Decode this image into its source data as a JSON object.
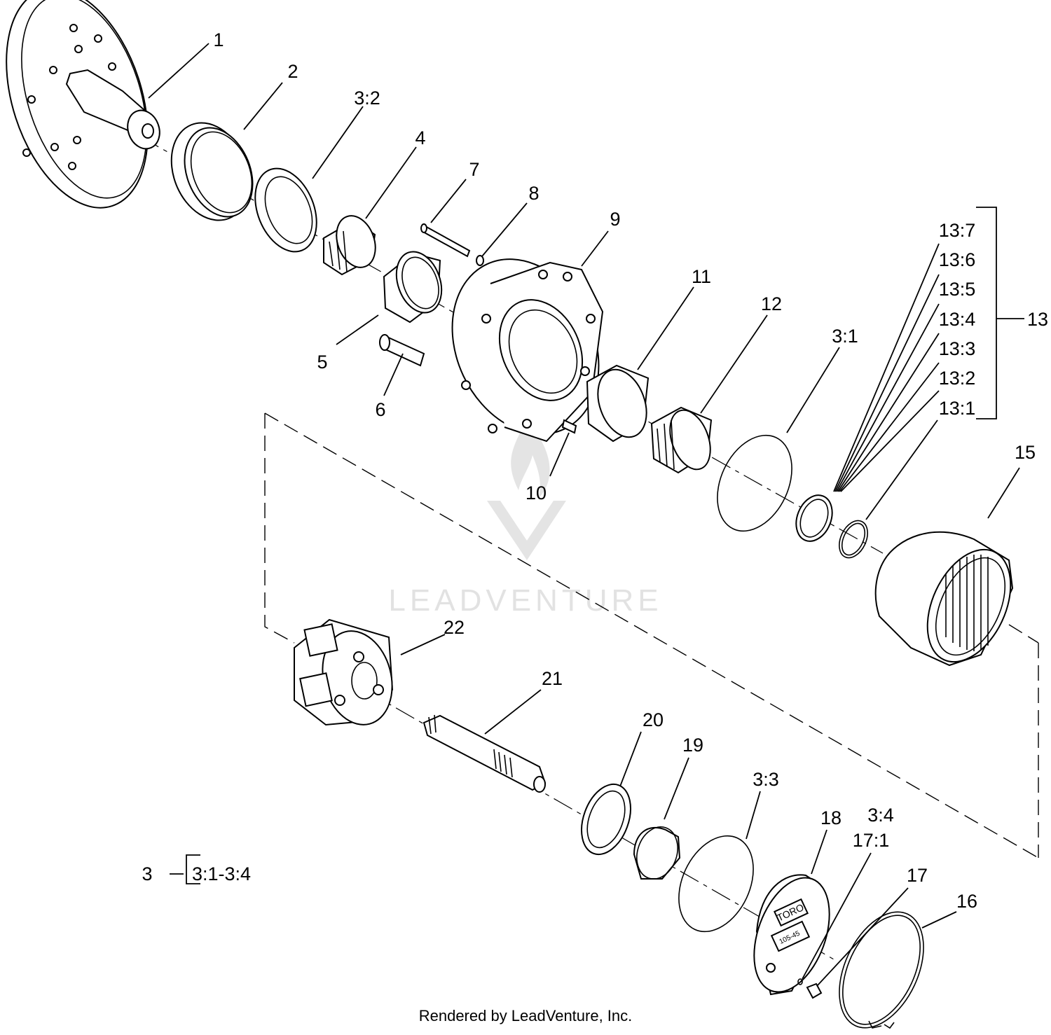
{
  "callouts": [
    {
      "id": "c1",
      "text": "1"
    },
    {
      "id": "c2",
      "text": "2"
    },
    {
      "id": "c3-2",
      "text": "3:2"
    },
    {
      "id": "c4",
      "text": "4"
    },
    {
      "id": "c7",
      "text": "7"
    },
    {
      "id": "c8",
      "text": "8"
    },
    {
      "id": "c9",
      "text": "9"
    },
    {
      "id": "c11",
      "text": "11"
    },
    {
      "id": "c12",
      "text": "12"
    },
    {
      "id": "c3-1",
      "text": "3:1"
    },
    {
      "id": "c5",
      "text": "5"
    },
    {
      "id": "c6",
      "text": "6"
    },
    {
      "id": "c10",
      "text": "10"
    },
    {
      "id": "c15",
      "text": "15"
    },
    {
      "id": "c22",
      "text": "22"
    },
    {
      "id": "c21",
      "text": "21"
    },
    {
      "id": "c20",
      "text": "20"
    },
    {
      "id": "c19",
      "text": "19"
    },
    {
      "id": "c3-3",
      "text": "3:3"
    },
    {
      "id": "c18",
      "text": "18"
    },
    {
      "id": "c3-4",
      "text": "3:4"
    },
    {
      "id": "c17-1",
      "text": "17:1"
    },
    {
      "id": "c17",
      "text": "17"
    },
    {
      "id": "c16",
      "text": "16"
    }
  ],
  "kit13": {
    "label": "13",
    "items": [
      "13:7",
      "13:6",
      "13:5",
      "13:4",
      "13:3",
      "13:2",
      "13:1"
    ]
  },
  "kit3": {
    "label": "3",
    "range": "3:1-3:4"
  },
  "watermark": {
    "text": "LEADVENTURE"
  },
  "footer": {
    "text": "Rendered by LeadVenture, Inc."
  },
  "brand_plate": {
    "logo": "TORO",
    "code": "105-45"
  }
}
